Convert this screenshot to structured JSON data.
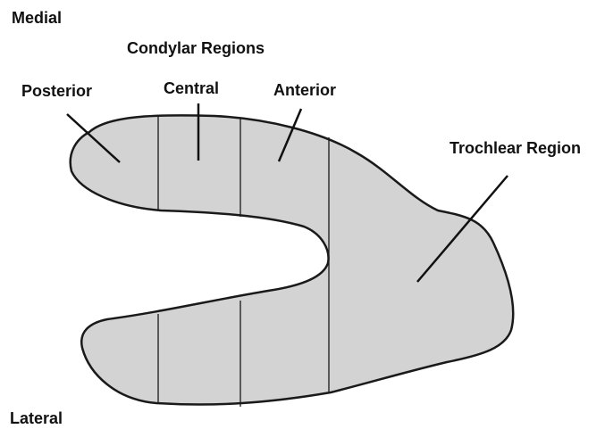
{
  "labels": {
    "medial": "Medial",
    "condylar_regions": "Condylar Regions",
    "posterior": "Posterior",
    "central": "Central",
    "anterior": "Anterior",
    "trochlear_region": "Trochlear Region",
    "lateral": "Lateral"
  },
  "colors": {
    "region_fill": "#d3d3d3",
    "outline": "#1a1a1a",
    "text": "#111111",
    "background": "#ffffff"
  }
}
